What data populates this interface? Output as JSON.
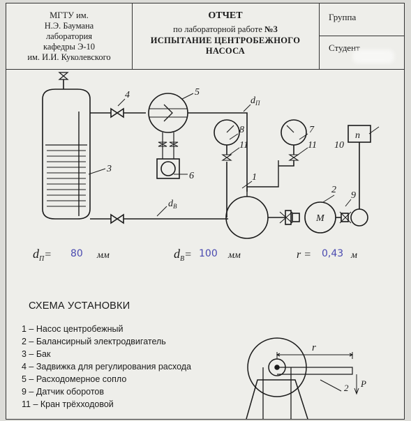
{
  "header": {
    "org_lines": [
      "МГТУ им.",
      "Н.Э. Баумана",
      "лаборатория",
      "кафедры  Э-10",
      "им. И.И. Куколевского"
    ],
    "title": "ОТЧЕТ",
    "subtitle_prefix": "по лабораторной работе ",
    "subtitle_number": "№3",
    "work_name_lines": [
      "ИСПЫТАНИЕ  ЦЕНТРОБЕЖНОГО",
      "НАСОСА"
    ],
    "group_label": "Группа",
    "student_label": "Студент"
  },
  "diagram": {
    "numbers": [
      "1",
      "2",
      "3",
      "4",
      "5",
      "6",
      "7",
      "8",
      "9",
      "10",
      "11",
      "11"
    ],
    "sensor_label": "n",
    "motor_label": "М",
    "pipe_labels": [
      "d",
      "d"
    ],
    "pipe_subs": [
      "П",
      "В"
    ]
  },
  "dimensions": {
    "dp_symbol": "d",
    "dp_sub": "П",
    "dp_eq": "=",
    "dp_value": "80",
    "dp_unit": "мм",
    "dv_symbol": "d",
    "dv_sub": "В",
    "dv_eq": "=",
    "dv_value": "100",
    "dv_unit": "мм",
    "r_symbol": "r =",
    "r_value": "0,43",
    "r_unit": "м"
  },
  "scheme_title": "СХЕМА УСТАНОВКИ",
  "legend": [
    "1 – Насос центробежный",
    "2 – Балансирный электродвигатель",
    "3 – Бак",
    "4 – Задвижка для регулирования расхода",
    "5 – Расходомерное сопло",
    "9 – Датчик оборотов",
    "11 – Кран  трёхходовой"
  ],
  "motor_sketch": {
    "r_label": "r",
    "p_label": "P",
    "num_label": "2"
  },
  "colors": {
    "ink": "#1a1a1a",
    "handwriting": "#4a4ab0",
    "paper": "#eeeeea"
  }
}
